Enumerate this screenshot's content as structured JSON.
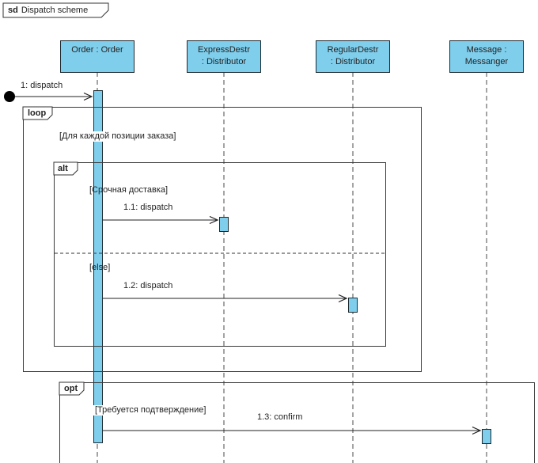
{
  "frame_label": {
    "keyword": "sd",
    "title": "Dispatch scheme"
  },
  "lifelines": [
    {
      "id": "order",
      "lines": [
        "Order : Order"
      ]
    },
    {
      "id": "express-destr",
      "lines": [
        "ExpressDestr",
        ": Distributor"
      ]
    },
    {
      "id": "regular-destr",
      "lines": [
        "RegularDestr",
        ": Distributor"
      ]
    },
    {
      "id": "messanger",
      "lines": [
        "Message :",
        "Messanger"
      ]
    }
  ],
  "messages": [
    {
      "label": "1: dispatch",
      "from": "start-node",
      "to": "order"
    },
    {
      "label": "1.1: dispatch",
      "from": "order",
      "to": "express-destr"
    },
    {
      "label": "1.2: dispatch",
      "from": "order",
      "to": "regular-destr"
    },
    {
      "label": "1.3: confirm",
      "from": "order",
      "to": "messanger"
    }
  ],
  "fragments": [
    {
      "keyword": "loop",
      "guard": "[Для каждой позиции заказа]"
    },
    {
      "keyword": "alt",
      "guards": [
        "[Срочная доставка]",
        "[else]"
      ]
    },
    {
      "keyword": "opt",
      "guard": "[Требуется подтверждение]"
    }
  ],
  "colors": {
    "element_fill": "#7FCEEC",
    "element_border": "#1C2B33",
    "frame_border": "#3A3A3A",
    "text": "#222222"
  }
}
